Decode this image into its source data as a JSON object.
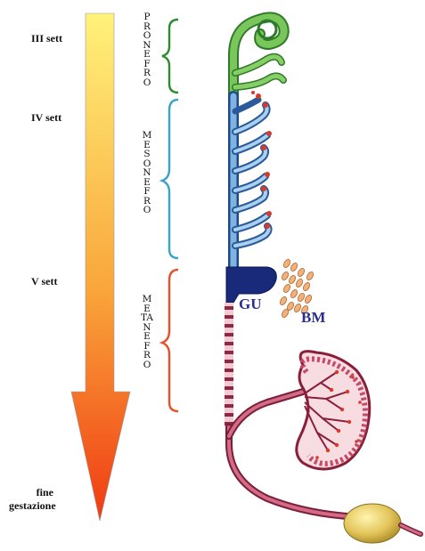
{
  "weeks": [
    "III sett",
    "IV sett",
    "V sett"
  ],
  "end_label": [
    "fine",
    "gestazione"
  ],
  "stages": [
    {
      "name": "PRONEFRO",
      "color": "#2e8b2e"
    },
    {
      "name": "MESONEFRO",
      "color": "#3aa3c8"
    },
    {
      "name": "METANEFRO",
      "color": "#e8502a"
    }
  ],
  "annotations": {
    "ureteric_bud": "GU",
    "metanephric_blastema": "BM"
  },
  "colors": {
    "arrow_top": "#fff27a",
    "arrow_bottom": "#f03a12",
    "pronephros": "#5cb840",
    "mesonephros": "#6aa8d8",
    "duct": "#b23a5a",
    "bladder": "#e8d070"
  }
}
